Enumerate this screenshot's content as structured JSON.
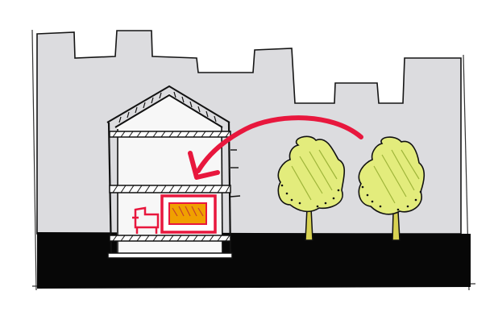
{
  "scene": {
    "kind": "hand-drawn section sketch",
    "elements": [
      "skyline-backdrop",
      "house-section",
      "sun-arrow",
      "tree-1",
      "tree-2",
      "ground"
    ],
    "colors": {
      "paper": "#ffffff",
      "skyline": "#dcdcdf",
      "ground": "#070707",
      "arrow": "#e8173d",
      "foliage": "#e3ec7c",
      "trunk": "#d8d252",
      "bed": "#f0a000",
      "ink": "#111111",
      "furniture": "#e8173d"
    }
  }
}
